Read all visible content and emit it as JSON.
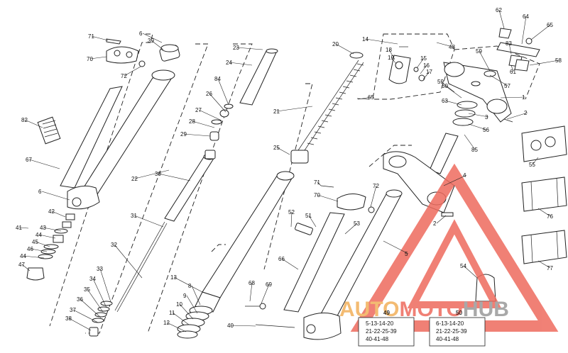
{
  "diagram": {
    "callouts": [
      "1",
      "2",
      "3",
      "4",
      "5",
      "6",
      "8",
      "9",
      "10",
      "11",
      "12",
      "13",
      "14",
      "15",
      "16",
      "17",
      "18",
      "19",
      "20",
      "21",
      "22",
      "23",
      "24",
      "25",
      "26",
      "27",
      "28",
      "29",
      "30",
      "31",
      "32",
      "33",
      "34",
      "35",
      "36",
      "37",
      "38",
      "39",
      "40",
      "41",
      "42",
      "43",
      "44",
      "45",
      "46",
      "47",
      "48",
      "49",
      "50",
      "51",
      "52",
      "53",
      "54",
      "55",
      "56",
      "57",
      "58",
      "59",
      "60",
      "61",
      "62",
      "63",
      "64",
      "65",
      "66",
      "67",
      "68",
      "69",
      "70",
      "71",
      "72",
      "76",
      "77",
      "82",
      "83",
      "84",
      "85"
    ],
    "kit_box_49": {
      "number": "49",
      "lines": [
        "5-13-14-20",
        "21-22-25-39",
        "40-41-48"
      ]
    },
    "kit_box_50": {
      "number": "50",
      "lines": [
        "6-13-14-20",
        "21-22-25-39",
        "40-41-48"
      ]
    }
  },
  "watermark": {
    "text_auto": "AUTO",
    "text_moto": "MOTO",
    "text_hub": "HUB",
    "colors": {
      "auto": "#f2b05a",
      "moto": "#ee6b5e",
      "hub": "#9a9a9a",
      "triangle": "#ee6b5e"
    }
  }
}
